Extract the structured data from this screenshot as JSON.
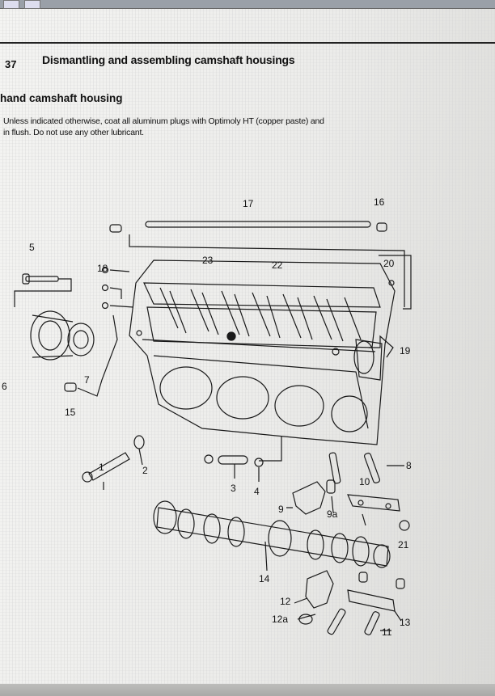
{
  "header": {
    "page_number": "37",
    "title": "Dismantling and assembling camshaft housings"
  },
  "section": {
    "title": "hand camshaft housing"
  },
  "note": {
    "line1": "Unless indicated otherwise, coat all aluminum plugs with Optimoly HT (copper paste) and",
    "line2": "in flush. Do not use any other lubricant."
  },
  "diagram": {
    "callouts": {
      "c1": "1",
      "c2": "2",
      "c3": "3",
      "c4": "4",
      "c5": "5",
      "c6": "6",
      "c7": "7",
      "c8": "8",
      "c9": "9",
      "c9a": "9a",
      "c10": "10",
      "c11": "11",
      "c12": "12",
      "c12a": "12a",
      "c13": "13",
      "c14": "14",
      "c15": "15",
      "c16": "16",
      "c17": "17",
      "c18": "18",
      "c19": "19",
      "c20": "20",
      "c21": "21",
      "c22": "22",
      "c23": "23"
    }
  }
}
